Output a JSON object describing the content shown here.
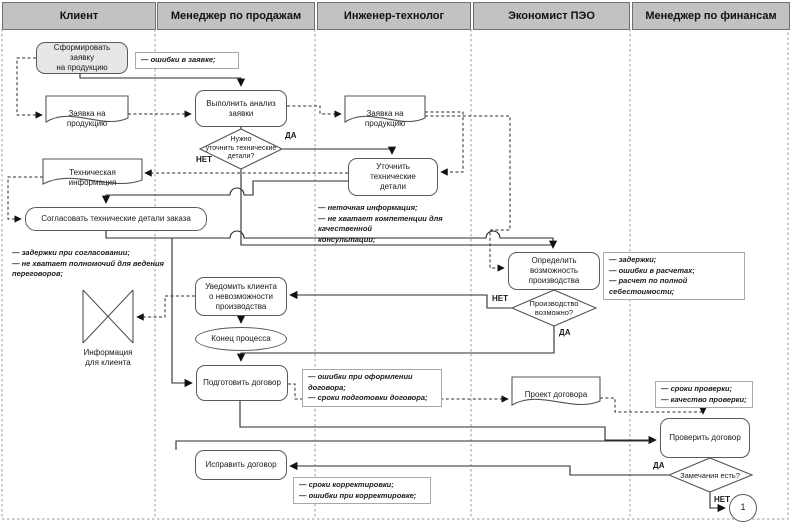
{
  "lanes": [
    "Клиент",
    "Менеджер по продажам",
    "Инженер-технолог",
    "Экономист ПЭО",
    "Менеджер по финансам"
  ],
  "decision_labels": {
    "yes": "ДА",
    "no": "НЕТ"
  },
  "nodes": {
    "form_request": "Сформировать заявку\nна продукцию",
    "request_doc_client": "Заявка на продукцию",
    "analyze_request": "Выполнить анализ\nзаявки",
    "need_details": "Нужно\nуточнить технические\nдетали?",
    "request_doc_eng": "Заявка на продукцию",
    "clarify_details": "Уточнить технические\nдетали",
    "tech_info_doc": "Техническая информация",
    "agree_details": "Согласовать технические детали заказа",
    "info_for_client": "Информация\nдля клиента",
    "notify_client": "Уведомить клиента\nо невозможности\nпроизводства",
    "end_process": "Конец процесса",
    "prepare_contract": "Подготовить договор",
    "fix_contract": "Исправить договор",
    "determine_feasibility": "Определить возможность\nпроизводства",
    "production_possible": "Производство\nвозможно?",
    "contract_draft_doc": "Проект договора",
    "check_contract": "Проверить договор",
    "has_remarks": "Замечания есть?",
    "offpage_connector": "1"
  },
  "annotations": {
    "request_errors": "— ошибки в заявке;",
    "agree_risks": "— задержки при согласовании;\n— не хватает полномочий для ведения\n   переговоров;",
    "clarify_risks": "— неточная информация;\n— не хватает компетенции для качественной\n   консультации;",
    "determine_risks": "— задержки;\n— ошибки в расчетах;\n— расчет по полной себестоимости;",
    "prepare_risks": "— ошибки при оформлении договора;\n— сроки подготовки договора;",
    "check_risks": "— сроки проверки;\n— качество проверки;",
    "fix_risks": "— сроки корректировки;\n— ошибки при корректировке;"
  }
}
